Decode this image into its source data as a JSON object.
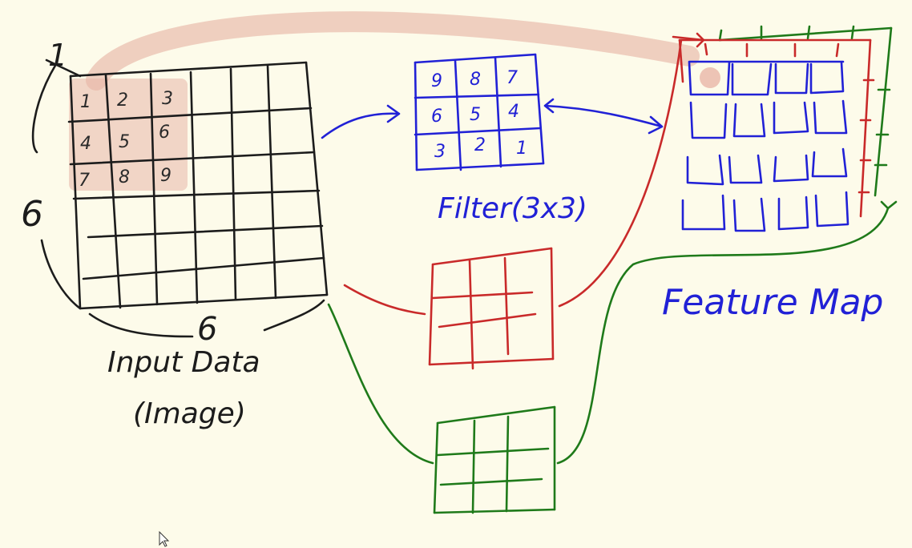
{
  "colors": {
    "background": "#fdfbea",
    "black_ink": "#1c1c1c",
    "blue_ink": "#2121d6",
    "red_ink": "#c92a2a",
    "green_ink": "#1f7a1a",
    "highlight": "#e8b7a8"
  },
  "input": {
    "depth_label": "1",
    "height_label": "6",
    "width_label": "6",
    "title_line1": "Input Data",
    "title_line2": "(Image)",
    "highlight_cells": [
      "1",
      "2",
      "3",
      "4",
      "5",
      "6",
      "7",
      "8",
      "9"
    ]
  },
  "filter": {
    "label": "Filter(3x3)",
    "cells": [
      "9",
      "8",
      "7",
      "6",
      "5",
      "4",
      "3",
      "2",
      "1"
    ]
  },
  "feature_map": {
    "label": "Feature Map"
  },
  "icons": {
    "cursor": "mouse-pointer-icon"
  }
}
